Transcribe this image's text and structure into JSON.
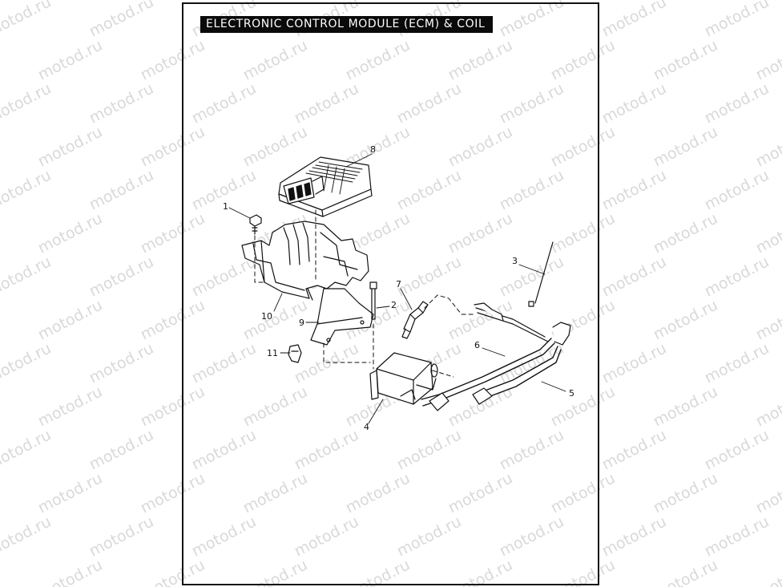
{
  "title": "ELECTRONIC CONTROL MODULE (ECM) & COIL",
  "watermark": "motod.ru",
  "callouts": [
    {
      "id": "1",
      "label": "1",
      "part": "screw"
    },
    {
      "id": "2",
      "label": "2",
      "part": "bolt"
    },
    {
      "id": "3",
      "label": "3",
      "part": "tie"
    },
    {
      "id": "4",
      "label": "4",
      "part": "ignition-coil"
    },
    {
      "id": "5",
      "label": "5",
      "part": "spark-plug-wire-rear"
    },
    {
      "id": "6",
      "label": "6",
      "part": "spark-plug-wire-front"
    },
    {
      "id": "7",
      "label": "7",
      "part": "spark-plug"
    },
    {
      "id": "8",
      "label": "8",
      "part": "ecm"
    },
    {
      "id": "9",
      "label": "9",
      "part": "coil-bracket"
    },
    {
      "id": "10",
      "label": "10",
      "part": "ecm-bracket"
    },
    {
      "id": "11",
      "label": "11",
      "part": "clip"
    }
  ]
}
